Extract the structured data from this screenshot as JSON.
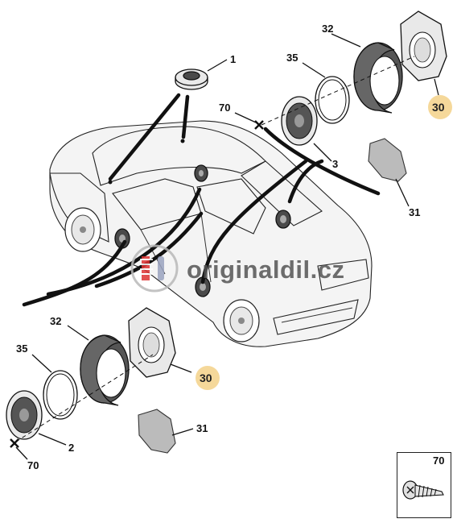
{
  "diagram": {
    "watermark": "originaldil.cz",
    "highlight_color": "#f5d89a",
    "labels": {
      "l1": "1",
      "l2": "2",
      "l3": "3",
      "l30_top": "30",
      "l30_bottom": "30",
      "l31_top": "31",
      "l31_bottom": "31",
      "l32_top": "32",
      "l32_bottom": "32",
      "l35_top": "35",
      "l35_bottom": "35",
      "l70_top": "70",
      "l70_bottom": "70",
      "l70_box": "70"
    }
  }
}
